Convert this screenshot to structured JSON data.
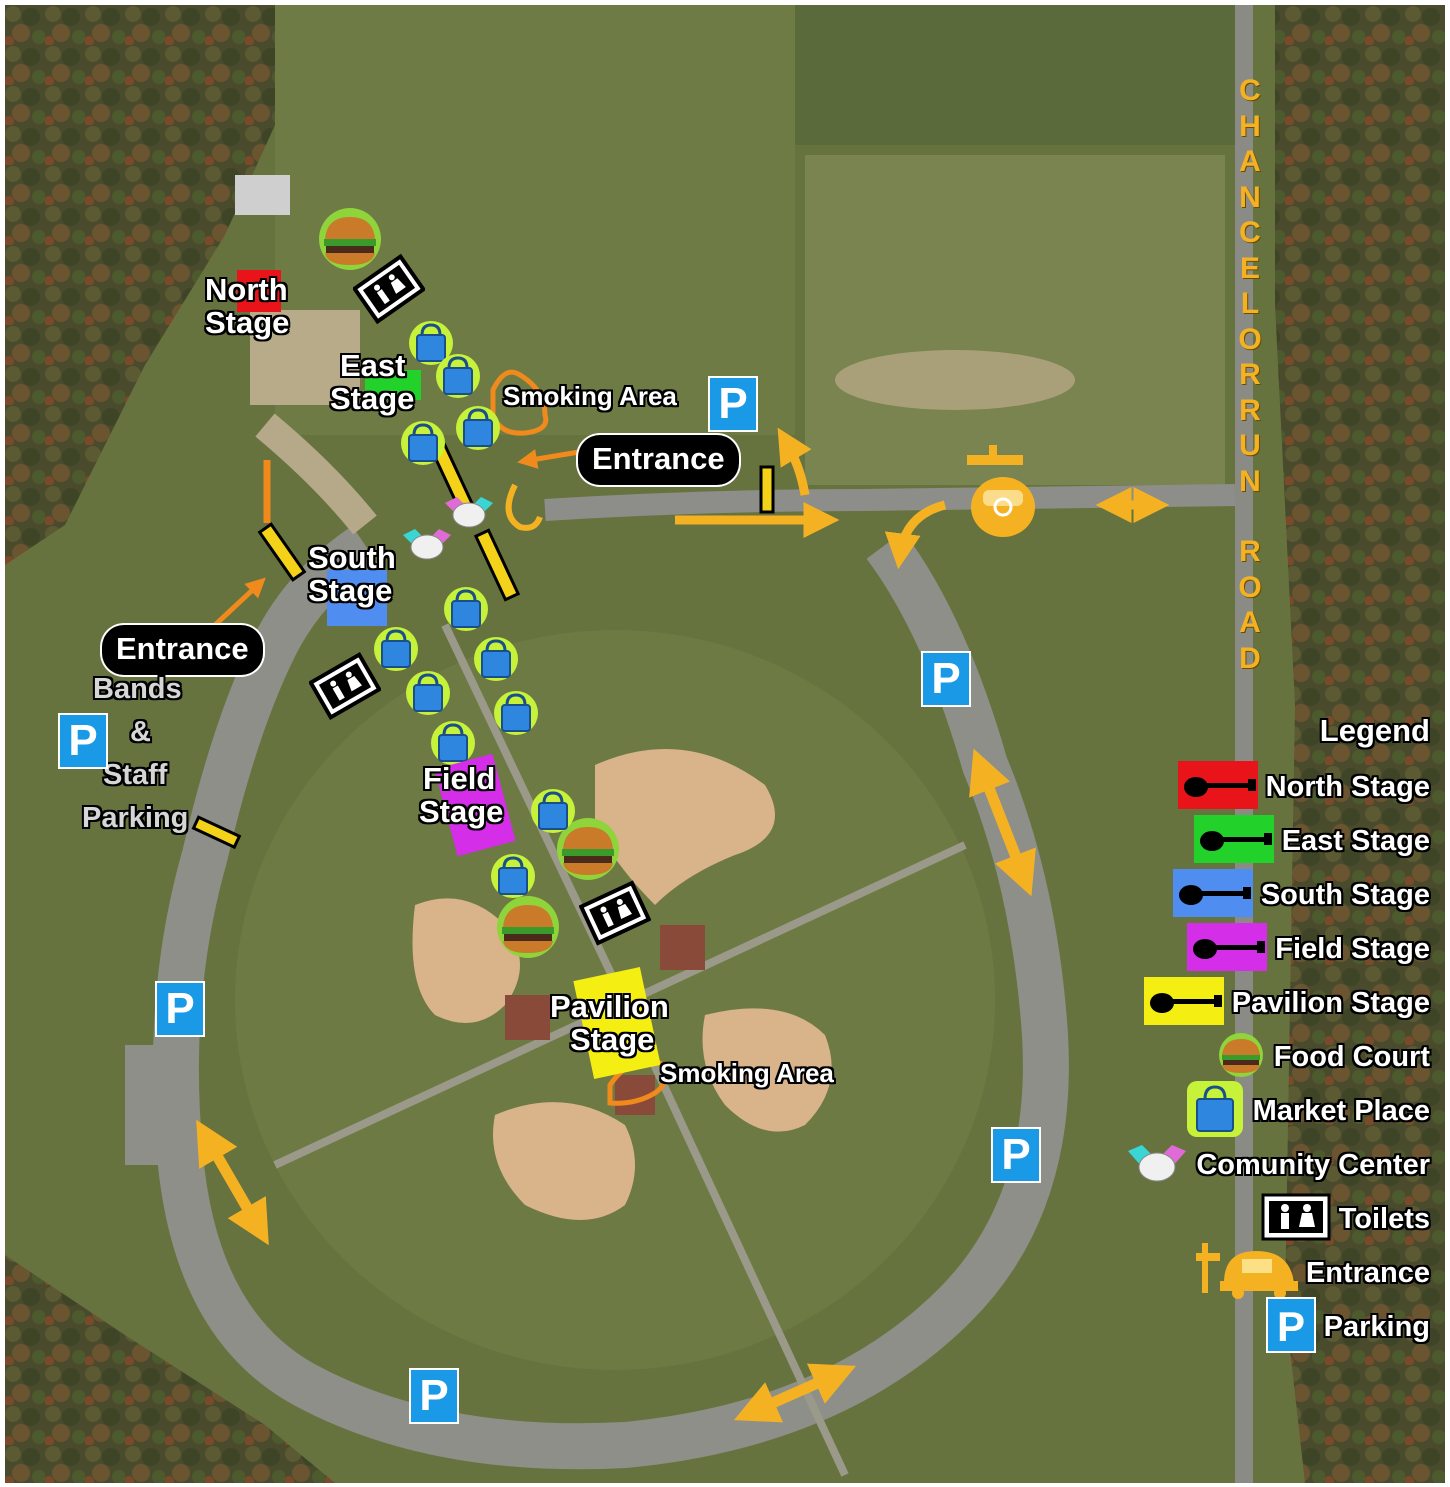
{
  "map": {
    "stage_labels": {
      "north": [
        "North",
        "Stage"
      ],
      "east": [
        "East",
        "Stage"
      ],
      "south": [
        "South",
        "Stage"
      ],
      "field": [
        "Field",
        "Stage"
      ],
      "pavilion": [
        "Pavilion",
        "Stage"
      ]
    },
    "smoking_area_label": "Smoking Area",
    "entrance_label": "Entrance",
    "bands_parking_label": [
      "Bands",
      "&",
      "Staff",
      "Parking"
    ],
    "parking_glyph": "P",
    "road_name_top": "CHANCELORRUN",
    "road_name_bottom": "ROAD"
  },
  "legend": {
    "title": "Legend",
    "items": [
      {
        "label": "North Stage",
        "icon": "guitar-red-icon",
        "color": "#e8141a"
      },
      {
        "label": "East Stage",
        "icon": "guitar-green-icon",
        "color": "#22d12a"
      },
      {
        "label": "South Stage",
        "icon": "guitar-blue-icon",
        "color": "#4f8ef0"
      },
      {
        "label": "Field Stage",
        "icon": "guitar-magenta-icon",
        "color": "#d42ee8"
      },
      {
        "label": "Pavilion Stage",
        "icon": "guitar-yellow-icon",
        "color": "#f4ee12"
      },
      {
        "label": "Food Court",
        "icon": "burger-icon",
        "color": "#7a4a1e"
      },
      {
        "label": "Market Place",
        "icon": "shopping-bag-icon",
        "color": "#2e86de"
      },
      {
        "label": "Comunity Center",
        "icon": "handshake-icon",
        "color": "#e06bd6"
      },
      {
        "label": "Toilets",
        "icon": "toilets-icon",
        "color": "#000000"
      },
      {
        "label": "Entrance",
        "icon": "ticket-booth-icon",
        "color": "#f4b223"
      },
      {
        "label": "Parking",
        "icon": "parking-icon",
        "color": "#1a9ae6"
      }
    ]
  },
  "colors": {
    "arrow_yellow": "#f4b223",
    "arrow_orange": "#f08a1c",
    "grass": "#6b7a45",
    "infield": "#dcb388",
    "track": "#8c8f88"
  }
}
